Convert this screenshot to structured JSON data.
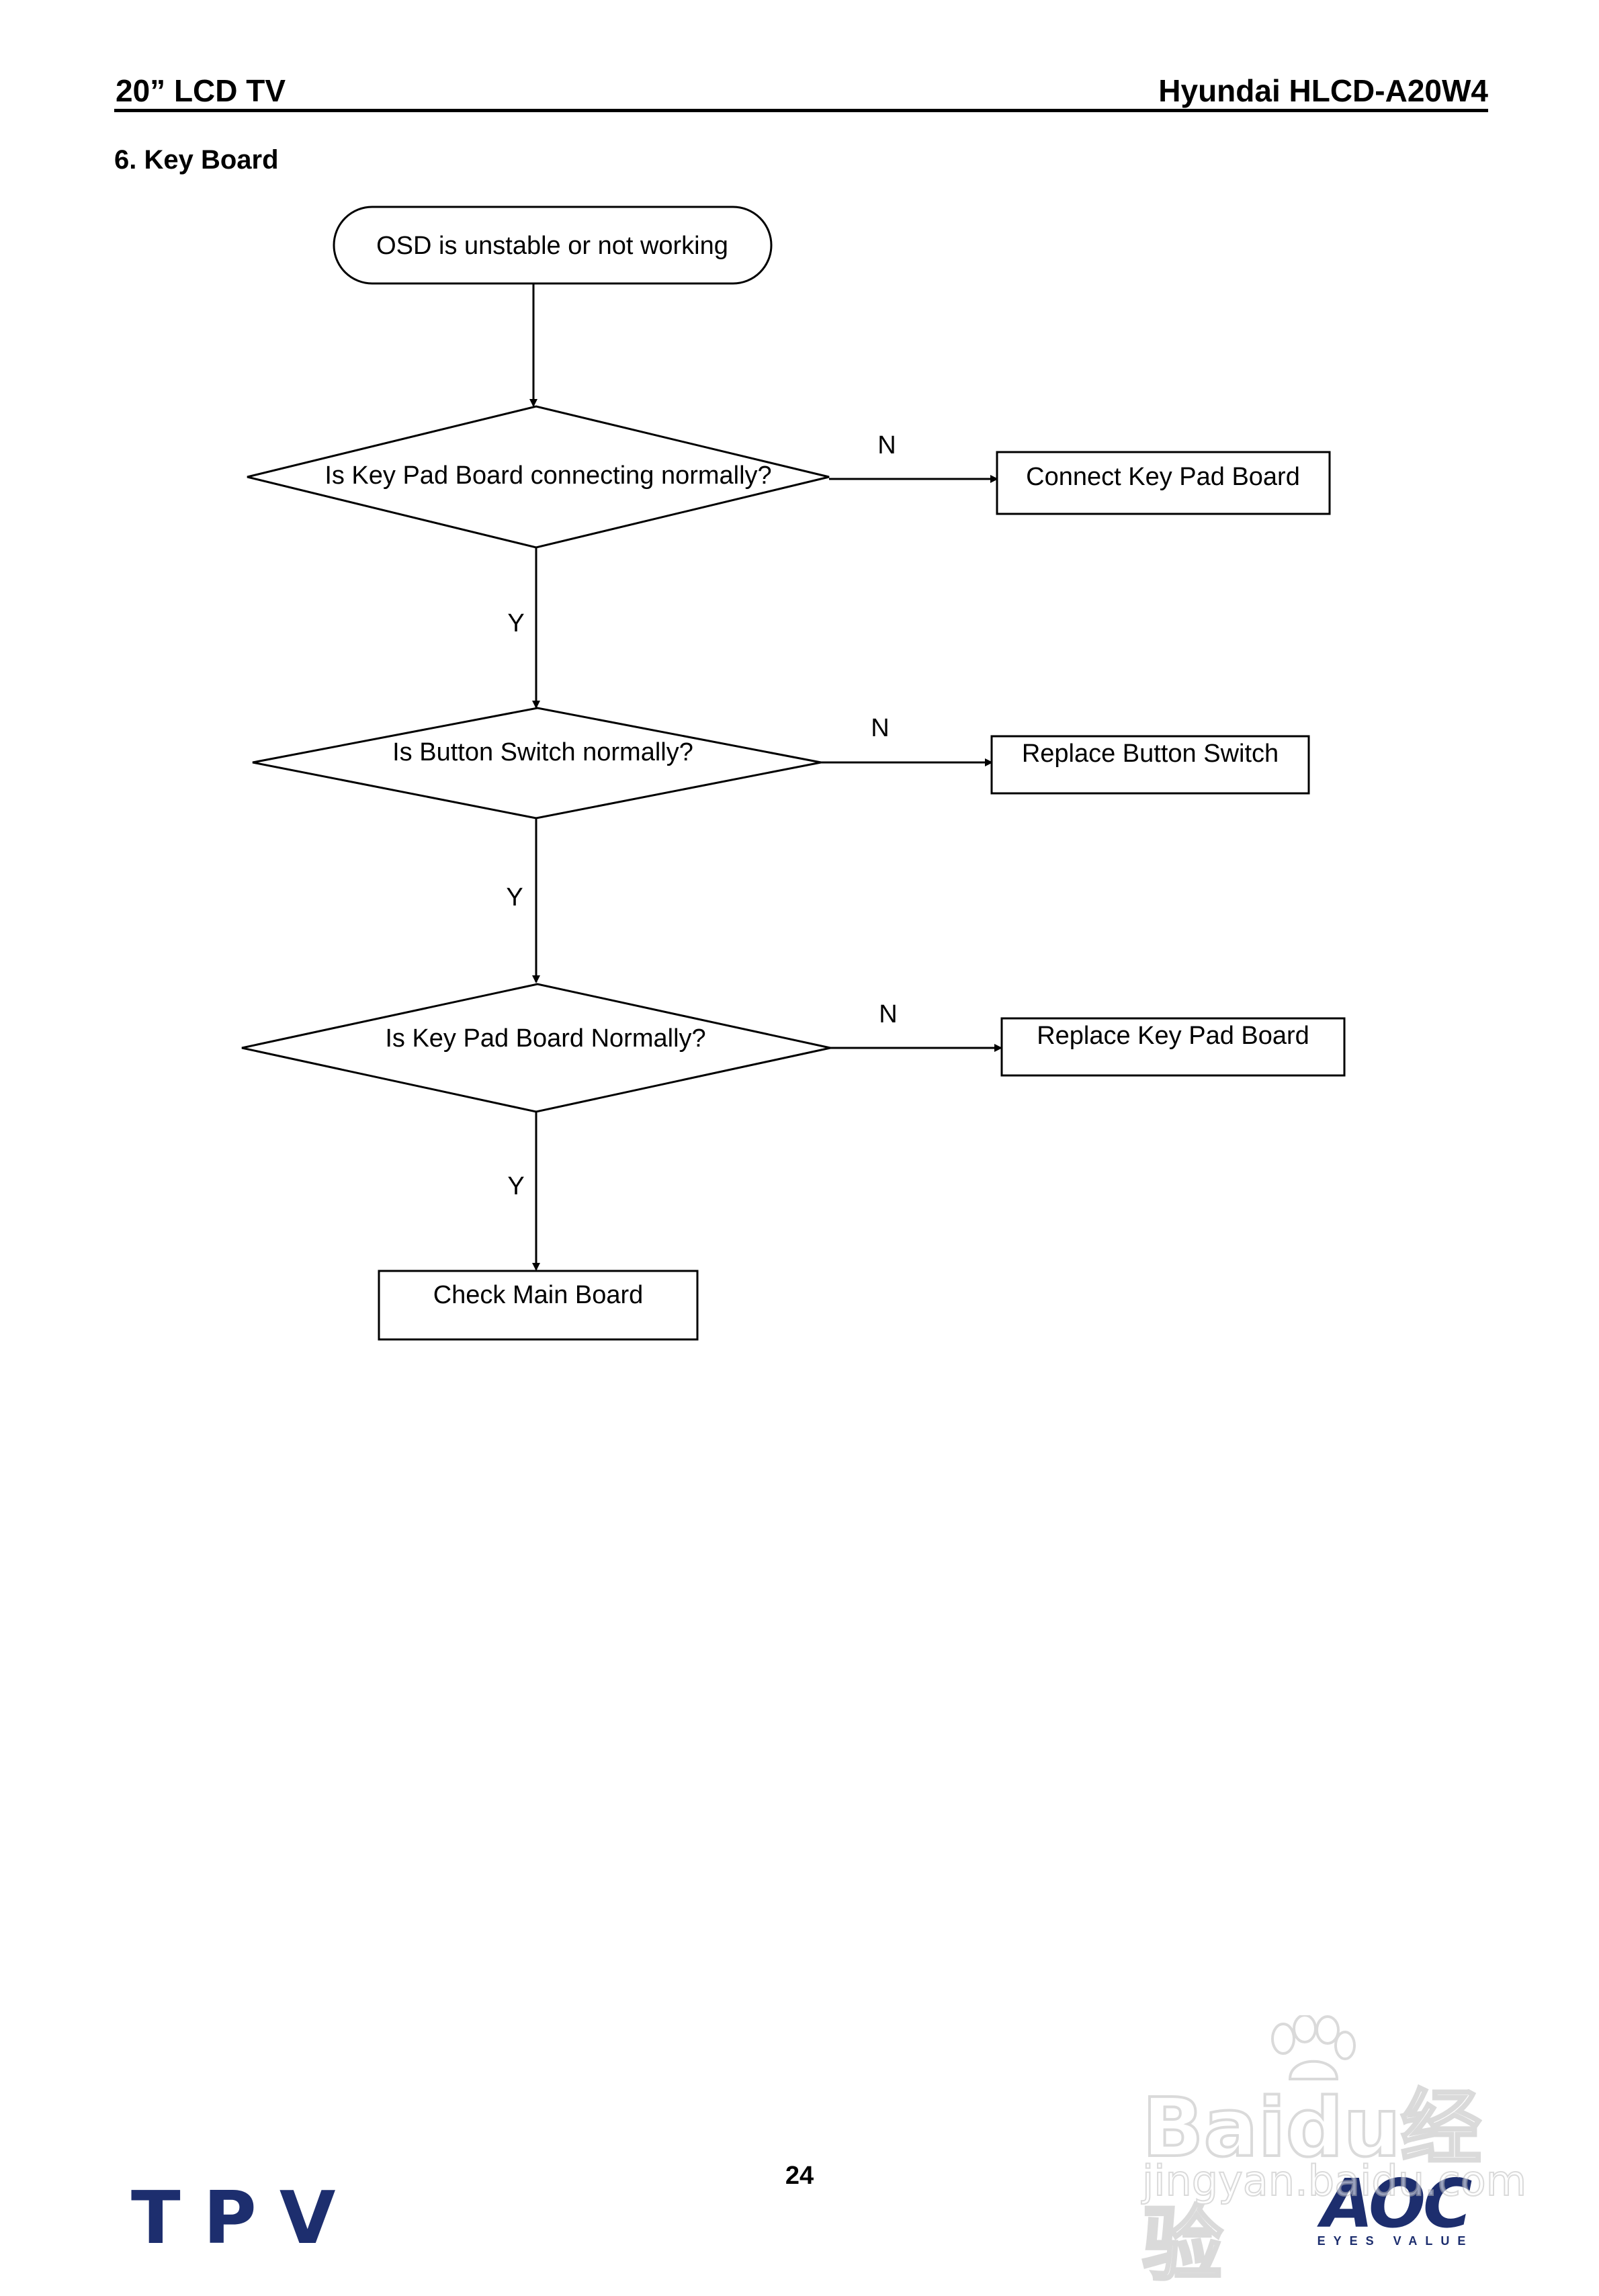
{
  "header": {
    "left": "20” LCD TV",
    "right": "Hyundai HLCD-A20W4"
  },
  "section_title": "6. Key Board",
  "flow": {
    "start": "OSD is unstable or not working",
    "decisions": [
      {
        "question": "Is Key Pad Board connecting normally?",
        "no_label": "N",
        "yes_label": "Y",
        "no_action": "Connect Key Pad Board"
      },
      {
        "question": "Is Button Switch normally?",
        "no_label": "N",
        "yes_label": "Y",
        "no_action": "Replace Button Switch"
      },
      {
        "question": "Is Key Pad Board Normally?",
        "no_label": "N",
        "yes_label": "Y",
        "no_action": "Replace Key Pad Board"
      }
    ],
    "end": "Check Main Board"
  },
  "footer": {
    "page_number": "24",
    "logo_left": "TPV",
    "logo_right": "AOC",
    "logo_right_tagline": "EYES VALUE",
    "watermark_main": "Baidu经验",
    "watermark_sub": "jingyan.baidu.com"
  }
}
